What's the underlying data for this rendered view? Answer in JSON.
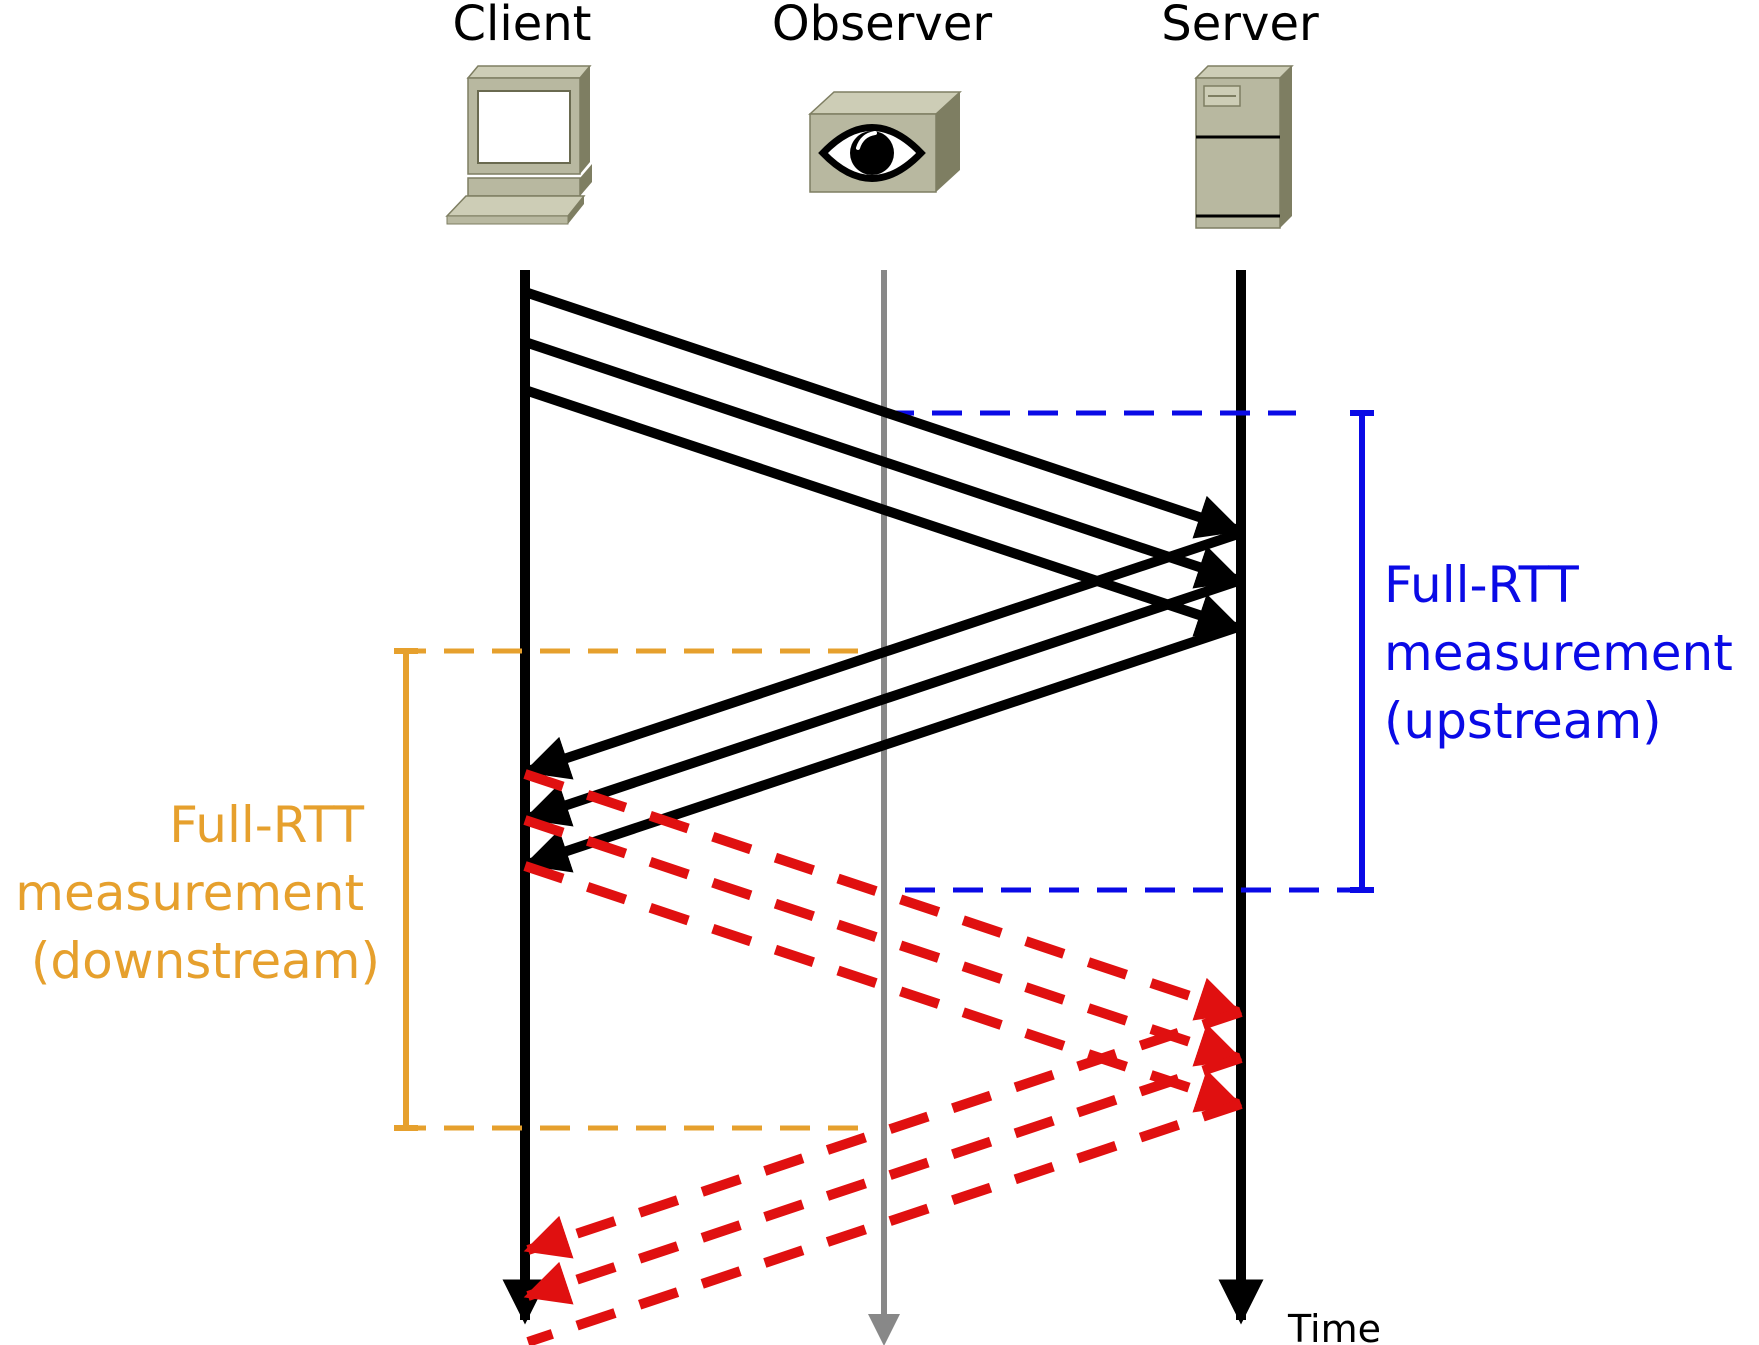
{
  "actors": {
    "client": {
      "label": "Client",
      "icon": "desktop-computer-icon"
    },
    "observer": {
      "label": "Observer",
      "icon": "eye-box-icon"
    },
    "server": {
      "label": "Server",
      "icon": "server-tower-icon"
    }
  },
  "measurements": {
    "upstream": {
      "lines": [
        "Full-RTT",
        "measurement",
        "(upstream)"
      ],
      "color": "#0a0ae6"
    },
    "downstream": {
      "lines": [
        "Full-RTT",
        "measurement",
        "(downstream)"
      ],
      "color": "#e6a02d"
    }
  },
  "time_label": "Time",
  "colors": {
    "timeline": "#000000",
    "observer_line": "#888888",
    "packets": "#000000",
    "spin_packets": "#e01010",
    "device_body": "#b8b8a0",
    "device_shade": "#7e7e62",
    "device_top": "#cdcdb6"
  }
}
